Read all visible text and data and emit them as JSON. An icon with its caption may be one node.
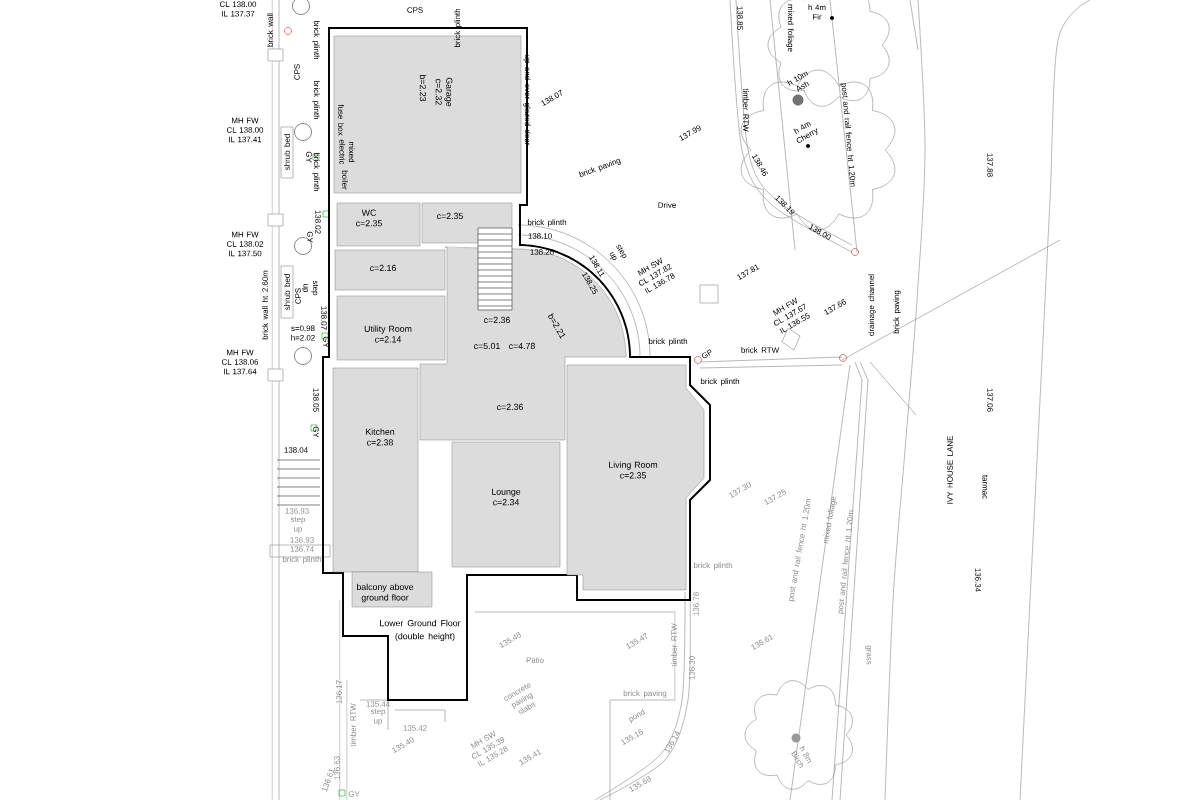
{
  "diagram": {
    "nodes": [
      {
        "text": [
          "b=2.23",
          "Garage c=2.32"
        ]
      },
      {
        "text": [
          "WC c=2.35"
        ]
      },
      {
        "text": [
          "c=2.35"
        ]
      },
      {
        "text": [
          "c=2.16"
        ]
      },
      {
        "text": [
          "Utility Room c=2.14"
        ]
      },
      {
        "text": [
          "c=2.36",
          "c=5.01",
          "c=4.78",
          "b=2.21",
          "c=2.36"
        ]
      },
      {
        "text": [
          "Kitchen c=2.38"
        ]
      },
      {
        "text": [
          "Lounge c=2.34"
        ]
      },
      {
        "text": [
          "Living Room c=2.35"
        ]
      },
      {
        "text": [
          "balcony above ground floor"
        ]
      },
      {
        "text": [
          "Lower Ground Floor",
          "(double height)"
        ]
      }
    ],
    "labels": [
      "CL 138.00 IL 137.37",
      "brick wall",
      "CPS",
      "brick plinth",
      "138.85",
      "mixed foliage",
      "h 4m Fir",
      "brick plinth",
      "CPS",
      "brick plinth",
      "fuse box",
      "up and over glazed door",
      "138.07",
      "h 10m Ash",
      "timber RTW",
      "post and rail fence ht 1.20m",
      "MH FW CL 138.00 IL 137.41",
      "shrub bed",
      "GY",
      "mixed electric",
      "137.99",
      "h 4m Cherry",
      "brick paving",
      "138.46",
      "boiler",
      "brick plinth",
      "Drive",
      "138.19",
      "138.02",
      "GY",
      "brick plinth",
      "138.00",
      "MH FW CL 138.02 IL 137.50",
      "138.10",
      "138.26",
      "step up",
      "138.11",
      "138.25",
      "MH SW CL 137.82 IL 136.78",
      "137.81",
      "137.88",
      "step up",
      "CPS",
      "shrub bed",
      "brick wall ht 2.60m",
      "drainage channel",
      "brick paving",
      "138.07",
      "MH FW CL 137.67 IL 136.55",
      "137.66",
      "s=0.98 h=2.02",
      "GY",
      "brick plinth",
      "brick RTW",
      "GP",
      "MH FW CL 138.06 IL 137.64",
      "brick plinth",
      "138.05",
      "137.06",
      "GY",
      "138.04",
      "IVY HOUSE LANE",
      "tarmac",
      "137.30",
      "137.25",
      "136.93",
      "step up",
      "mixed foliage",
      "post and rail fence ht 1.20m",
      "post and rail fence ht 1.20m",
      "136.93",
      "136.74",
      "brick plinth",
      "brick plinth",
      "136.34",
      "136.78",
      "135.48",
      "135.47",
      "timber RTW",
      "136.61",
      "grass",
      "Patio",
      "136.30",
      "136.17",
      "brick paving",
      "concrete paving slabs",
      "135.44",
      "step up",
      "135.42",
      "timber RTW",
      "pond",
      "135.40",
      "MH SW CL 135.39 IL 135.28",
      "135.41",
      "135.16",
      "136.14",
      "h 8m Birch",
      "136.63",
      "135.68",
      "136.61",
      "GY"
    ]
  }
}
